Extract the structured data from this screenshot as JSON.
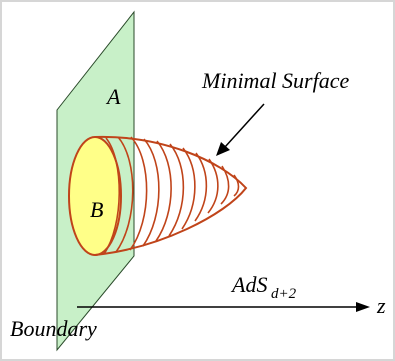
{
  "labels": {
    "region_a": "A",
    "region_b": "B",
    "minimal_surface": "Minimal Surface",
    "ads_main": "AdS",
    "ads_sub": "d+2",
    "axis_z": "z",
    "boundary": "Boundary"
  },
  "colors": {
    "background": "#ffffff",
    "frame": "#d6d6d6",
    "boundary_plane": "#c8f0c8",
    "boundary_outline": "#2a4a2a",
    "region_b_fill": "#ffff88",
    "surface_stroke": "#c0441a",
    "text": "#000000"
  }
}
